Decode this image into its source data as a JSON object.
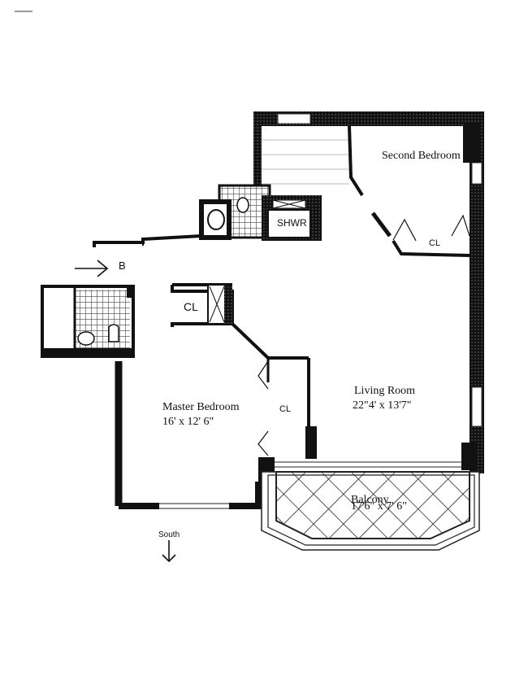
{
  "rooms": {
    "second_bedroom": {
      "name": "Second Bedroom"
    },
    "living_room": {
      "name": "Living Room",
      "dims": "22\"4' x 13'7\""
    },
    "master_bedroom": {
      "name": "Master Bedroom",
      "dims": "16' x 12' 6\""
    },
    "balcony": {
      "name": "Balcony",
      "dims": "17'6\" x 7' 6\""
    }
  },
  "labels": {
    "shower": "SHWR",
    "closet_second_bedroom": "CL",
    "closet_hall": "CL",
    "closet_master": "CL",
    "entry_marker": "B"
  },
  "compass": {
    "label": "South"
  },
  "colors": {
    "wall": "#111111",
    "background": "#ffffff",
    "tile": "#555555"
  }
}
